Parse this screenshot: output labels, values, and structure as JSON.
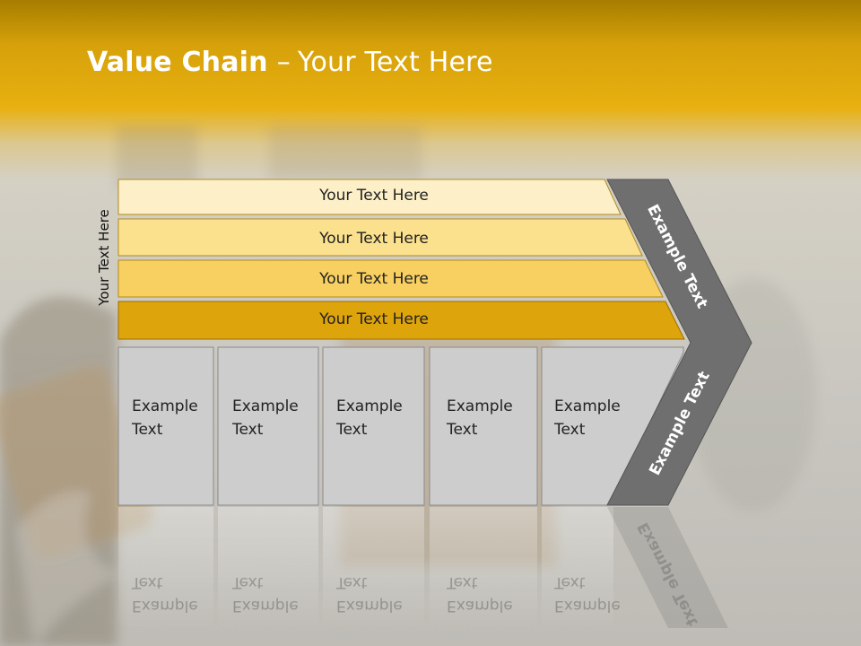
{
  "title": {
    "bold": "Value Chain",
    "separator": "–",
    "rest": "Your Text Here"
  },
  "side_label": "Your Text Here",
  "strips": [
    {
      "label": "Your Text Here",
      "color": "#fdf0c8"
    },
    {
      "label": "Your Text Here",
      "color": "#fbe08e"
    },
    {
      "label": "Your Text Here",
      "color": "#f8d061"
    },
    {
      "label": "Your Text Here",
      "color": "#dea40c"
    }
  ],
  "boxes": [
    {
      "label": "Example\nText"
    },
    {
      "label": "Example\nText"
    },
    {
      "label": "Example\nText"
    },
    {
      "label": "Example\nText"
    },
    {
      "label": "Example\nText"
    }
  ],
  "chevron": {
    "top_label": "Example Text",
    "bottom_label": "Example Text",
    "color": "#6f6f6f"
  },
  "box_color": "#cdcdcd",
  "accent": "#e8b010"
}
